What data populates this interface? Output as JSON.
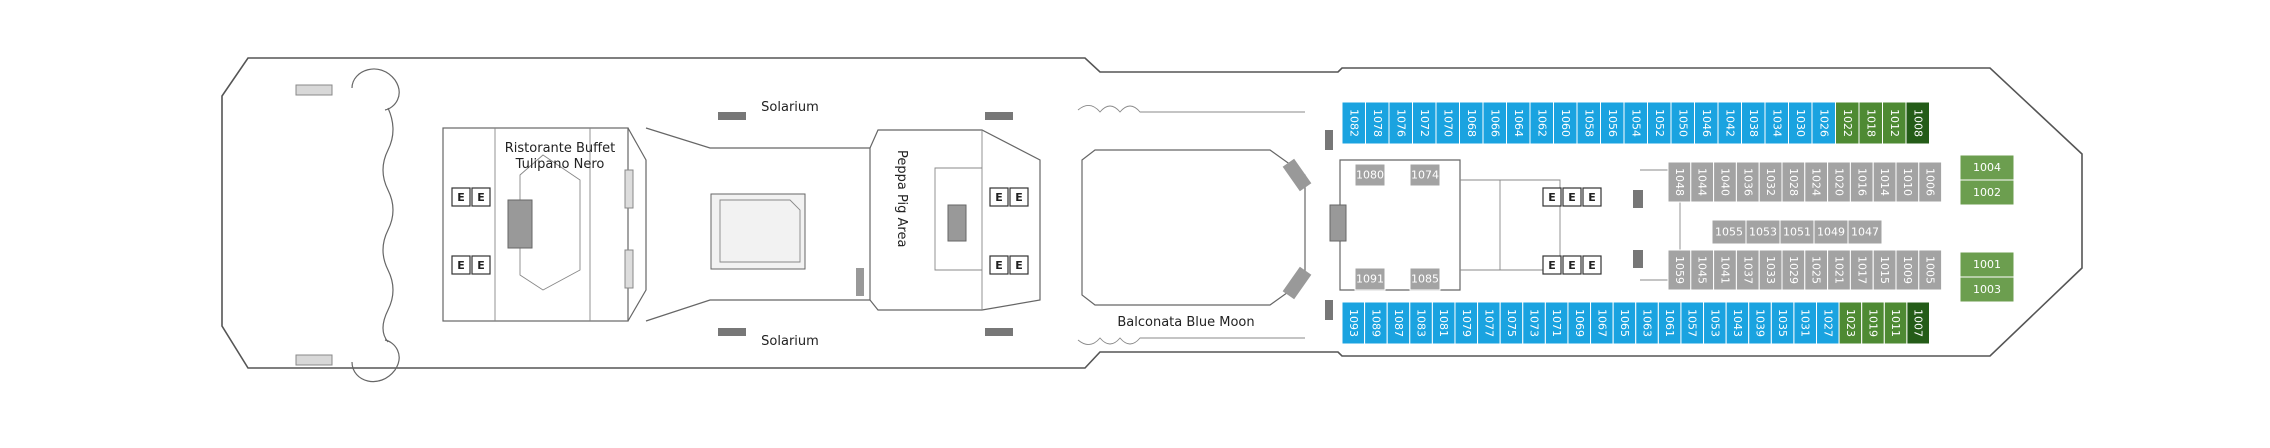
{
  "labels": {
    "solarium_top": "Solarium",
    "solarium_bottom": "Solarium",
    "restaurant_line1": "Ristorante Buffet",
    "restaurant_line2": "Tulipano Nero",
    "kids_area": "Peppa Pig Area",
    "balcony": "Balconata Blue Moon",
    "elevator": "E"
  },
  "colors": {
    "blue_cabin": "#1aa3e0",
    "gray_cabin": "#a3a3a3",
    "green_cabin": "#4e8a33",
    "dark_green_cabin": "#245c18",
    "light_green_cabin": "#6c9e4f"
  },
  "cabins": {
    "top_row": [
      "1082",
      "1078",
      "1076",
      "1072",
      "1070",
      "1068",
      "1066",
      "1064",
      "1062",
      "1060",
      "1058",
      "1056",
      "1054",
      "1052",
      "1050",
      "1046",
      "1042",
      "1038",
      "1034",
      "1030",
      "1026",
      "1022",
      "1018",
      "1012",
      "1008"
    ],
    "bottom_row": [
      "1093",
      "1089",
      "1087",
      "1083",
      "1081",
      "1079",
      "1077",
      "1075",
      "1073",
      "1071",
      "1069",
      "1067",
      "1065",
      "1063",
      "1061",
      "1057",
      "1053",
      "1043",
      "1039",
      "1035",
      "1031",
      "1027",
      "1023",
      "1019",
      "1011",
      "1007"
    ],
    "inner_top": [
      "1048",
      "1044",
      "1040",
      "1036",
      "1032",
      "1028",
      "1024",
      "1020",
      "1016",
      "1014",
      "1010",
      "1006"
    ],
    "inner_bottom": [
      "1059",
      "1045",
      "1041",
      "1037",
      "1033",
      "1029",
      "1025",
      "1021",
      "1017",
      "1015",
      "1009",
      "1005"
    ],
    "center_row": [
      "1055",
      "1053",
      "1051",
      "1049",
      "1047"
    ],
    "small_gray": [
      "1080",
      "1074",
      "1091",
      "1085"
    ],
    "bow": [
      "1004",
      "1002",
      "1001",
      "1003"
    ]
  }
}
